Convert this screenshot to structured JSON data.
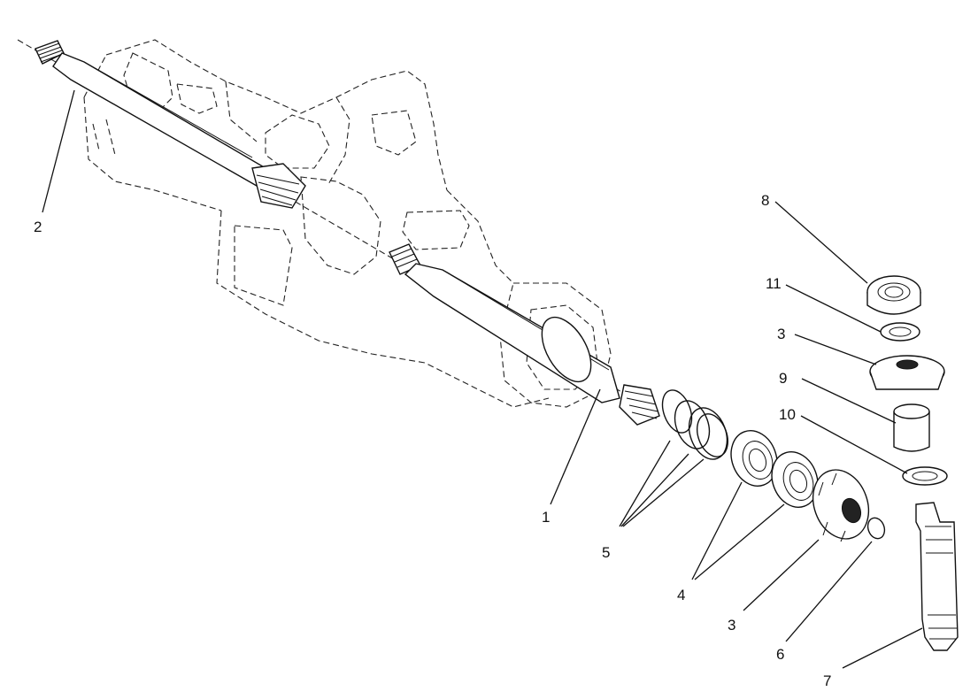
{
  "callouts": [
    {
      "id": "1",
      "label": "1"
    },
    {
      "id": "2",
      "label": "2"
    },
    {
      "id": "3a",
      "label": "3"
    },
    {
      "id": "3b",
      "label": "3"
    },
    {
      "id": "4",
      "label": "4"
    },
    {
      "id": "5",
      "label": "5"
    },
    {
      "id": "6",
      "label": "6"
    },
    {
      "id": "7",
      "label": "7"
    },
    {
      "id": "8",
      "label": "8"
    },
    {
      "id": "9",
      "label": "9"
    },
    {
      "id": "10",
      "label": "10"
    },
    {
      "id": "11",
      "label": "11"
    }
  ]
}
